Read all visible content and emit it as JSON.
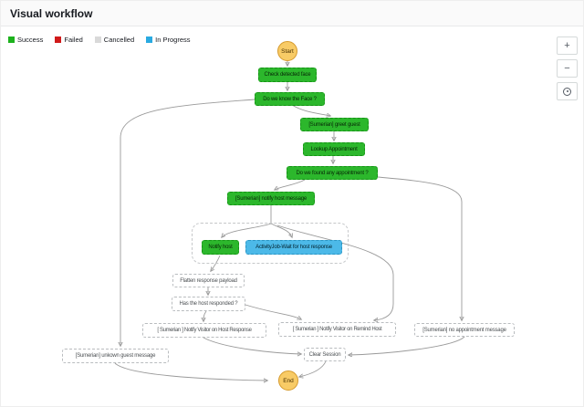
{
  "header": {
    "title": "Visual workflow"
  },
  "legend": {
    "items": [
      {
        "label": "Success",
        "color": "#1db21d"
      },
      {
        "label": "Failed",
        "color": "#d01a1a"
      },
      {
        "label": "Cancelled",
        "color": "#d9d9d9"
      },
      {
        "label": "In Progress",
        "color": "#29aae1"
      }
    ]
  },
  "controls": {
    "zoom_in_glyph": "+",
    "zoom_out_glyph": "−",
    "center_glyph": "⊙"
  },
  "colors": {
    "success_node": "#2cb72c",
    "in_progress_node": "#4cb9e8",
    "pending_node": "#ffffff",
    "terminal_node": "#f8cb66"
  },
  "workflow": {
    "nodes": [
      {
        "id": "start",
        "label": "Start",
        "status": "terminal"
      },
      {
        "id": "check-detected-face",
        "label": "Check detected face",
        "status": "success"
      },
      {
        "id": "do-we-know-the-face",
        "label": "Do we know the Face ?",
        "status": "success"
      },
      {
        "id": "sumerian-greet-guest",
        "label": "[Sumerian] greet guest",
        "status": "success"
      },
      {
        "id": "lookup-appointment",
        "label": "Lookup Appointment",
        "status": "success"
      },
      {
        "id": "do-we-found-any-appointment",
        "label": "Do we found any appointment ?",
        "status": "success"
      },
      {
        "id": "sumerian-notify-host-message",
        "label": "[Sumerian] notify host message",
        "status": "success"
      },
      {
        "id": "notify-host",
        "label": "Notify host",
        "status": "success"
      },
      {
        "id": "activityjob-wait-host-response",
        "label": "ActivityJob-Wait for host response",
        "status": "in-progress"
      },
      {
        "id": "flatten-response-payload",
        "label": "Flatten response payload",
        "status": "pending"
      },
      {
        "id": "has-the-host-responded",
        "label": "Has the host responded ?",
        "status": "pending"
      },
      {
        "id": "notify-visitor-on-host-response",
        "label": "[ Sumerian ] Notify Visitor on Host Response",
        "status": "pending"
      },
      {
        "id": "notify-visitor-on-remind-host",
        "label": "[ Sumerian ] Notify Visitor on Remind Host",
        "status": "pending"
      },
      {
        "id": "no-appointment-message",
        "label": "[Sumerian] no appointment message",
        "status": "pending"
      },
      {
        "id": "unkown-guest-message",
        "label": "[Sumerian] unkown guest message",
        "status": "pending"
      },
      {
        "id": "clear-session",
        "label": "Clear Session",
        "status": "pending"
      },
      {
        "id": "end",
        "label": "End",
        "status": "terminal"
      }
    ]
  }
}
